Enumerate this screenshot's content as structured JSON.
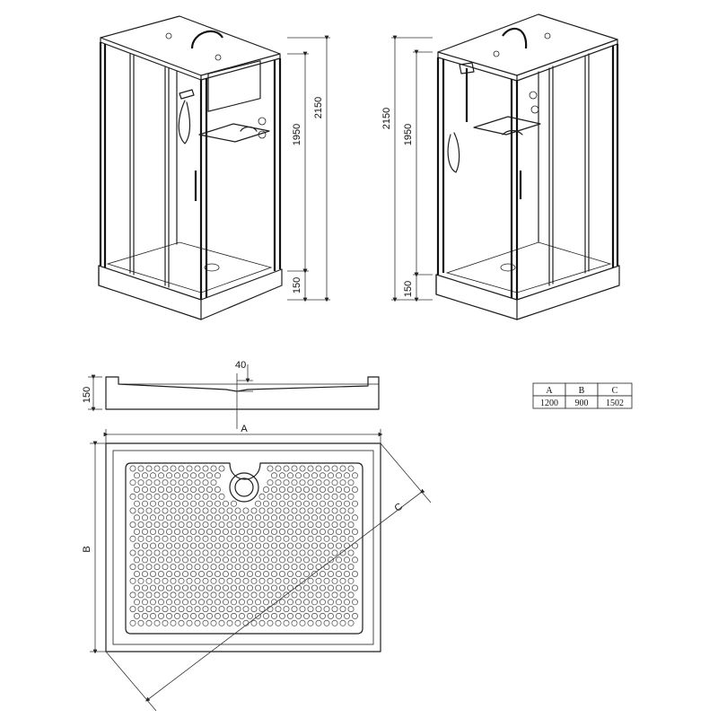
{
  "elevation": {
    "total_height_label": "2150",
    "glass_height_label": "1950",
    "tray_height_label": "150"
  },
  "tray_section": {
    "height_label": "150",
    "depth_label": "40"
  },
  "tray_plan": {
    "width_label": "A",
    "depth_label": "B",
    "diagonal_label": "C"
  },
  "size_table": {
    "headers": [
      "A",
      "B",
      "C"
    ],
    "values": [
      "1200",
      "900",
      "1502"
    ]
  }
}
